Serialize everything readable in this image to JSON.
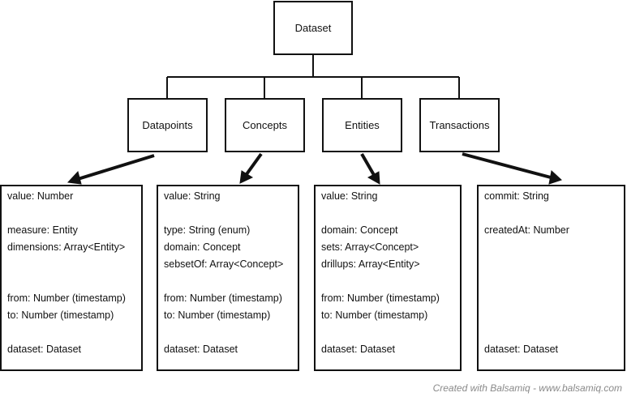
{
  "diagram": {
    "root": {
      "label": "Dataset"
    },
    "children": [
      {
        "label": "Datapoints",
        "fields": [
          "value: Number",
          "",
          "measure: Entity",
          "dimensions: Array<Entity>",
          "",
          "",
          "from: Number (timestamp)",
          "to: Number (timestamp)",
          "",
          "dataset: Dataset"
        ]
      },
      {
        "label": "Concepts",
        "fields": [
          "value: String",
          "",
          "type: String (enum)",
          "domain: Concept",
          "sebsetOf: Array<Concept>",
          "",
          "from: Number (timestamp)",
          "to: Number (timestamp)",
          "",
          "dataset: Dataset"
        ]
      },
      {
        "label": "Entities",
        "fields": [
          "value: String",
          "",
          "domain: Concept",
          "sets: Array<Concept>",
          "drillups: Array<Entity>",
          "",
          "from: Number (timestamp)",
          "to: Number (timestamp)",
          "",
          "dataset: Dataset"
        ]
      },
      {
        "label": "Transactions",
        "fields": [
          "commit: String",
          "",
          "createdAt: Number",
          "",
          "",
          "",
          "",
          "",
          "",
          "dataset: Dataset"
        ]
      }
    ]
  },
  "footer": {
    "text": "Created with Balsamiq - www.balsamiq.com"
  }
}
